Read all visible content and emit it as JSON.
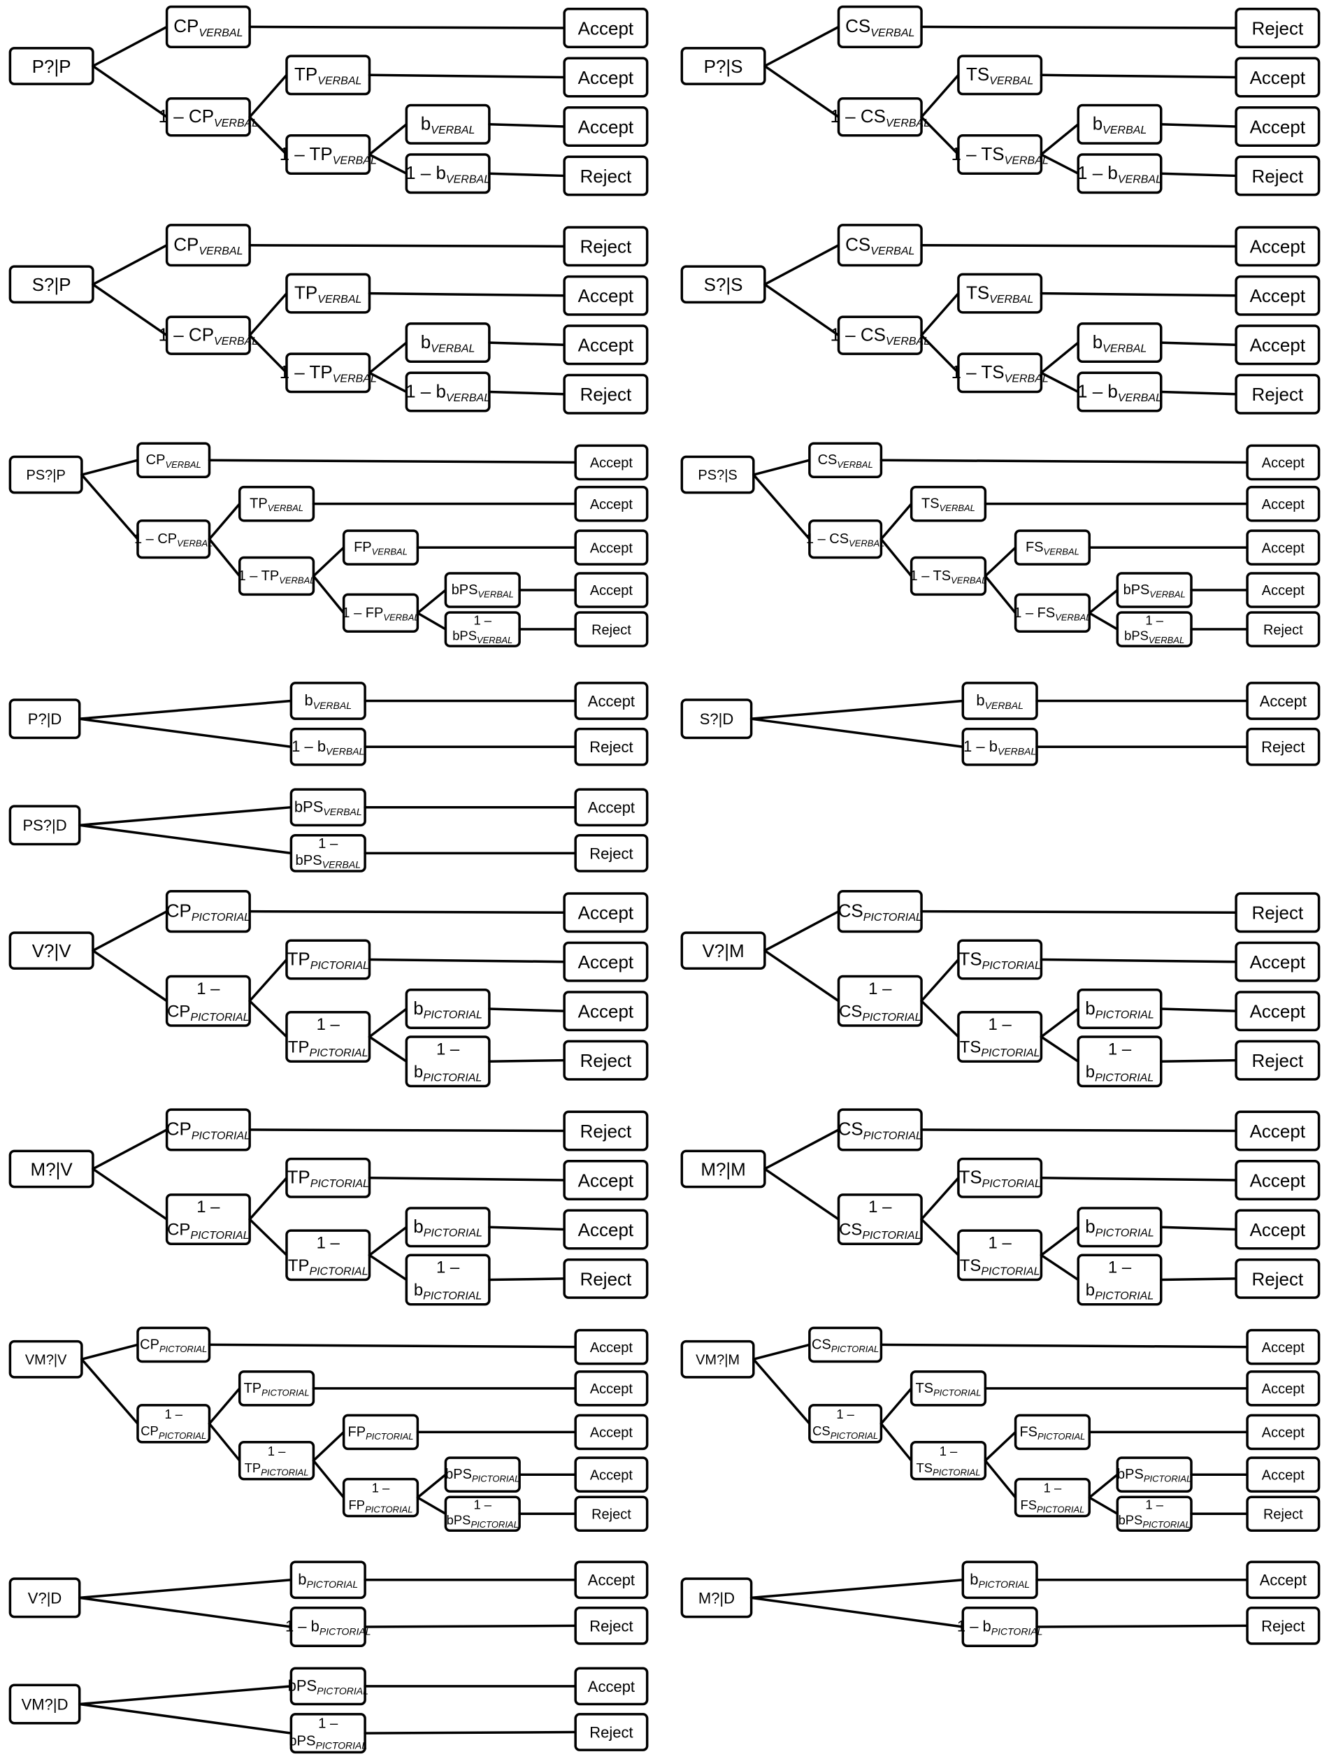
{
  "trees": [
    {
      "root": "P?|P",
      "branches": [
        {
          "pre": "",
          "main": "CP",
          "sub": "VERBAL",
          "out": "Accept"
        },
        {
          "pre": "1 – ",
          "main": "CP",
          "sub": "VERBAL",
          "children": [
            {
              "pre": "",
              "main": "TP",
              "sub": "VERBAL",
              "out": "Accept"
            },
            {
              "pre": "1 – ",
              "main": "TP",
              "sub": "VERBAL",
              "children": [
                {
                  "pre": "",
                  "main": "b",
                  "sub": "VERBAL",
                  "out": "Accept"
                },
                {
                  "pre": "1 – ",
                  "main": "b",
                  "sub": "VERBAL",
                  "out": "Reject"
                }
              ]
            }
          ]
        }
      ]
    },
    {
      "root": "P?|S",
      "branches": [
        {
          "pre": "",
          "main": "CS",
          "sub": "VERBAL",
          "out": "Reject"
        },
        {
          "pre": "1 – ",
          "main": "CS",
          "sub": "VERBAL",
          "children": [
            {
              "pre": "",
              "main": "TS",
              "sub": "VERBAL",
              "out": "Accept"
            },
            {
              "pre": "1 – ",
              "main": "TS",
              "sub": "VERBAL",
              "children": [
                {
                  "pre": "",
                  "main": "b",
                  "sub": "VERBAL",
                  "out": "Accept"
                },
                {
                  "pre": "1 – ",
                  "main": "b",
                  "sub": "VERBAL",
                  "out": "Reject"
                }
              ]
            }
          ]
        }
      ]
    },
    {
      "root": "S?|P",
      "branches": [
        {
          "pre": "",
          "main": "CP",
          "sub": "VERBAL",
          "out": "Reject"
        },
        {
          "pre": "1 – ",
          "main": "CP",
          "sub": "VERBAL",
          "children": [
            {
              "pre": "",
              "main": "TP",
              "sub": "VERBAL",
              "out": "Accept"
            },
            {
              "pre": "1 – ",
              "main": "TP",
              "sub": "VERBAL",
              "children": [
                {
                  "pre": "",
                  "main": "b",
                  "sub": "VERBAL",
                  "out": "Accept"
                },
                {
                  "pre": "1 – ",
                  "main": "b",
                  "sub": "VERBAL",
                  "out": "Reject"
                }
              ]
            }
          ]
        }
      ]
    },
    {
      "root": "S?|S",
      "branches": [
        {
          "pre": "",
          "main": "CS",
          "sub": "VERBAL",
          "out": "Accept"
        },
        {
          "pre": "1 – ",
          "main": "CS",
          "sub": "VERBAL",
          "children": [
            {
              "pre": "",
              "main": "TS",
              "sub": "VERBAL",
              "out": "Accept"
            },
            {
              "pre": "1 – ",
              "main": "TS",
              "sub": "VERBAL",
              "children": [
                {
                  "pre": "",
                  "main": "b",
                  "sub": "VERBAL",
                  "out": "Accept"
                },
                {
                  "pre": "1 – ",
                  "main": "b",
                  "sub": "VERBAL",
                  "out": "Reject"
                }
              ]
            }
          ]
        }
      ]
    },
    {
      "root": "PS?|P",
      "branches": [
        {
          "pre": "",
          "main": "CP",
          "sub": "VERBAL",
          "out": "Accept"
        },
        {
          "pre": "1 – ",
          "main": "CP",
          "sub": "VERBAL",
          "children": [
            {
              "pre": "",
              "main": "TP",
              "sub": "VERBAL",
              "out": "Accept"
            },
            {
              "pre": "1 – ",
              "main": "TP",
              "sub": "VERBAL",
              "children": [
                {
                  "pre": "",
                  "main": "FP",
                  "sub": "VERBAL",
                  "out": "Accept"
                },
                {
                  "pre": "1 – ",
                  "main": "FP",
                  "sub": "VERBAL",
                  "children": [
                    {
                      "pre": "",
                      "main": "bPS",
                      "sub": "VERBAL",
                      "out": "Accept"
                    },
                    {
                      "pre": "1 –",
                      "main": "bPS",
                      "sub": "VERBAL",
                      "out": "Reject"
                    }
                  ]
                }
              ]
            }
          ]
        }
      ]
    },
    {
      "root": "PS?|S",
      "branches": [
        {
          "pre": "",
          "main": "CS",
          "sub": "VERBAL",
          "out": "Accept"
        },
        {
          "pre": "1 – ",
          "main": "CS",
          "sub": "VERBAL",
          "children": [
            {
              "pre": "",
              "main": "TS",
              "sub": "VERBAL",
              "out": "Accept"
            },
            {
              "pre": "1 – ",
              "main": "TS",
              "sub": "VERBAL",
              "children": [
                {
                  "pre": "",
                  "main": "FS",
                  "sub": "VERBAL",
                  "out": "Accept"
                },
                {
                  "pre": "1 – ",
                  "main": "FS",
                  "sub": "VERBAL",
                  "children": [
                    {
                      "pre": "",
                      "main": "bPS",
                      "sub": "VERBAL",
                      "out": "Accept"
                    },
                    {
                      "pre": "1 –",
                      "main": "bPS",
                      "sub": "VERBAL",
                      "out": "Reject"
                    }
                  ]
                }
              ]
            }
          ]
        }
      ]
    },
    {
      "root": "P?|D",
      "branches": [
        {
          "pre": "",
          "main": "b",
          "sub": "VERBAL",
          "out": "Accept"
        },
        {
          "pre": "1 – ",
          "main": "b",
          "sub": "VERBAL",
          "out": "Reject"
        }
      ]
    },
    {
      "root": "S?|D",
      "branches": [
        {
          "pre": "",
          "main": "b",
          "sub": "VERBAL",
          "out": "Accept"
        },
        {
          "pre": "1 – ",
          "main": "b",
          "sub": "VERBAL",
          "out": "Reject"
        }
      ]
    },
    {
      "root": "PS?|D",
      "branches": [
        {
          "pre": "",
          "main": "bPS",
          "sub": "VERBAL",
          "out": "Accept"
        },
        {
          "pre": "1 –",
          "main": "bPS",
          "sub": "VERBAL",
          "out": "Reject"
        }
      ]
    },
    {
      "root": "V?|V",
      "branches": [
        {
          "pre": "",
          "main": "CP",
          "sub": "PICTORIAL",
          "out": "Accept"
        },
        {
          "pre": "1 –",
          "main": "CP",
          "sub": "PICTORIAL",
          "children": [
            {
              "pre": "",
              "main": "TP",
              "sub": "PICTORIAL",
              "out": "Accept"
            },
            {
              "pre": "1 –",
              "main": "TP",
              "sub": "PICTORIAL",
              "children": [
                {
                  "pre": "",
                  "main": "b",
                  "sub": "PICTORIAL",
                  "out": "Accept"
                },
                {
                  "pre": "1 –",
                  "main": "b",
                  "sub": "PICTORIAL",
                  "out": "Reject"
                }
              ]
            }
          ]
        }
      ]
    },
    {
      "root": "V?|M",
      "branches": [
        {
          "pre": "",
          "main": "CS",
          "sub": "PICTORIAL",
          "out": "Reject"
        },
        {
          "pre": "1 –",
          "main": "CS",
          "sub": "PICTORIAL",
          "children": [
            {
              "pre": "",
              "main": "TS",
              "sub": "PICTORIAL",
              "out": "Accept"
            },
            {
              "pre": "1 –",
              "main": "TS",
              "sub": "PICTORIAL",
              "children": [
                {
                  "pre": "",
                  "main": "b",
                  "sub": "PICTORIAL",
                  "out": "Accept"
                },
                {
                  "pre": "1 –",
                  "main": "b",
                  "sub": "PICTORIAL",
                  "out": "Reject"
                }
              ]
            }
          ]
        }
      ]
    },
    {
      "root": "M?|V",
      "branches": [
        {
          "pre": "",
          "main": "CP",
          "sub": "PICTORIAL",
          "out": "Reject"
        },
        {
          "pre": "1 –",
          "main": "CP",
          "sub": "PICTORIAL",
          "children": [
            {
              "pre": "",
              "main": "TP",
              "sub": "PICTORIAL",
              "out": "Accept"
            },
            {
              "pre": "1 –",
              "main": "TP",
              "sub": "PICTORIAL",
              "children": [
                {
                  "pre": "",
                  "main": "b",
                  "sub": "PICTORIAL",
                  "out": "Accept"
                },
                {
                  "pre": "1 –",
                  "main": "b",
                  "sub": "PICTORIAL",
                  "out": "Reject"
                }
              ]
            }
          ]
        }
      ]
    },
    {
      "root": "M?|M",
      "branches": [
        {
          "pre": "",
          "main": "CS",
          "sub": "PICTORIAL",
          "out": "Accept"
        },
        {
          "pre": "1 –",
          "main": "CS",
          "sub": "PICTORIAL",
          "children": [
            {
              "pre": "",
              "main": "TS",
              "sub": "PICTORIAL",
              "out": "Accept"
            },
            {
              "pre": "1 –",
              "main": "TS",
              "sub": "PICTORIAL",
              "children": [
                {
                  "pre": "",
                  "main": "b",
                  "sub": "PICTORIAL",
                  "out": "Accept"
                },
                {
                  "pre": "1 –",
                  "main": "b",
                  "sub": "PICTORIAL",
                  "out": "Reject"
                }
              ]
            }
          ]
        }
      ]
    },
    {
      "root": "VM?|V",
      "branches": [
        {
          "pre": "",
          "main": "CP",
          "sub": "PICTORIAL",
          "out": "Accept"
        },
        {
          "pre": "1 –",
          "main": "CP",
          "sub": "PICTORIAL",
          "children": [
            {
              "pre": "",
              "main": "TP",
              "sub": "PICTORIAL",
              "out": "Accept"
            },
            {
              "pre": "1 –",
              "main": "TP",
              "sub": "PICTORIAL",
              "children": [
                {
                  "pre": "",
                  "main": "FP",
                  "sub": "PICTORIAL",
                  "out": "Accept"
                },
                {
                  "pre": "1 –",
                  "main": "FP",
                  "sub": "PICTORIAL",
                  "children": [
                    {
                      "pre": "",
                      "main": "bPS",
                      "sub": "PICTORIAL",
                      "out": "Accept"
                    },
                    {
                      "pre": "1 –",
                      "main": "bPS",
                      "sub": "PICTORIAL",
                      "out": "Reject"
                    }
                  ]
                }
              ]
            }
          ]
        }
      ]
    },
    {
      "root": "VM?|M",
      "branches": [
        {
          "pre": "",
          "main": "CS",
          "sub": "PICTORIAL",
          "out": "Accept"
        },
        {
          "pre": "1 –",
          "main": "CS",
          "sub": "PICTORIAL",
          "children": [
            {
              "pre": "",
              "main": "TS",
              "sub": "PICTORIAL",
              "out": "Accept"
            },
            {
              "pre": "1 –",
              "main": "TS",
              "sub": "PICTORIAL",
              "children": [
                {
                  "pre": "",
                  "main": "FS",
                  "sub": "PICTORIAL",
                  "out": "Accept"
                },
                {
                  "pre": "1 –",
                  "main": "FS",
                  "sub": "PICTORIAL",
                  "children": [
                    {
                      "pre": "",
                      "main": "bPS",
                      "sub": "PICTORIAL",
                      "out": "Accept"
                    },
                    {
                      "pre": "1 –",
                      "main": "bPS",
                      "sub": "PICTORIAL",
                      "out": "Reject"
                    }
                  ]
                }
              ]
            }
          ]
        }
      ]
    },
    {
      "root": "V?|D",
      "branches": [
        {
          "pre": "",
          "main": "b",
          "sub": "PICTORIAL",
          "out": "Accept"
        },
        {
          "pre": "1 – ",
          "main": "b",
          "sub": "PICTORIAL",
          "out": "Reject"
        }
      ]
    },
    {
      "root": "M?|D",
      "branches": [
        {
          "pre": "",
          "main": "b",
          "sub": "PICTORIAL",
          "out": "Accept"
        },
        {
          "pre": "1 – ",
          "main": "b",
          "sub": "PICTORIAL",
          "out": "Reject"
        }
      ]
    },
    {
      "root": "VM?|D",
      "branches": [
        {
          "pre": "",
          "main": "bPS",
          "sub": "PICTORIAL",
          "out": "Accept"
        },
        {
          "pre": "1 –",
          "main": "bPS",
          "sub": "PICTORIAL",
          "out": "Reject"
        }
      ]
    }
  ]
}
